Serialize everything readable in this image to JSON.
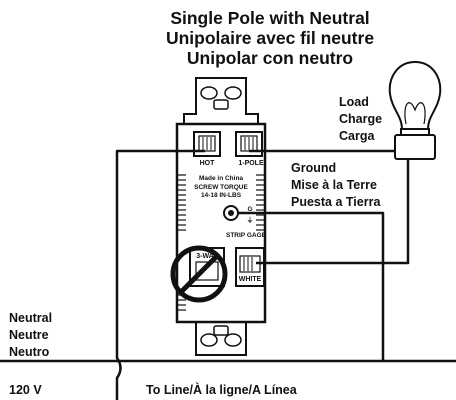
{
  "title": {
    "line1": "Single Pole with Neutral",
    "line2": "Unipolaire avec fil neutre",
    "line3": "Unipolar con neutro"
  },
  "load": {
    "en": "Load",
    "fr": "Charge",
    "es": "Carga"
  },
  "ground": {
    "en": "Ground",
    "fr": "Mise à la Terre",
    "es": "Puesta a Tierra"
  },
  "neutral": {
    "en": "Neutral",
    "fr": "Neutre",
    "es": "Neutro"
  },
  "supply": {
    "voltage": "120 V",
    "line": "To Line/À la ligne/A Línea"
  },
  "device": {
    "terminal_hot": "HOT",
    "terminal_1pole": "1-POLE",
    "made_in": "Made in China",
    "screw_torque": "SCREW TORQUE",
    "torque_value": "14-18 IN-LBS",
    "strip_gage": "STRIP GAGE",
    "terminal_3way": "3-WAY",
    "terminal_white": "WHITE"
  },
  "icons": [
    "prohibited-icon",
    "light-bulb-icon",
    "ground-screw-icon"
  ]
}
